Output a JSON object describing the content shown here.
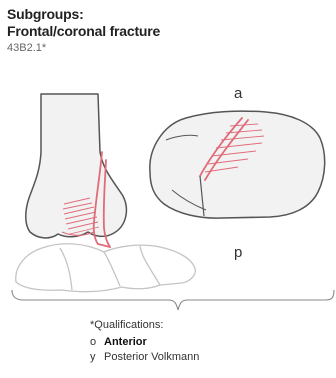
{
  "header": {
    "title_line1": "Subgroups:",
    "title_line2": "Frontal/coronal fracture",
    "code": "43B2.1*"
  },
  "views": {
    "anterior_label": "a",
    "posterior_label": "p"
  },
  "qualifications": {
    "heading": "*Qualifications:",
    "items": [
      {
        "code": "o",
        "label": "Anterior",
        "emphasis": true
      },
      {
        "code": "y",
        "label": "Posterior Volkmann",
        "emphasis": false
      }
    ]
  },
  "colors": {
    "bone_outline": "#555555",
    "bone_fill": "#f2f2f2",
    "fracture": "#e06c7a",
    "foot_outline": "#c4c4c4",
    "text": "#222222"
  }
}
